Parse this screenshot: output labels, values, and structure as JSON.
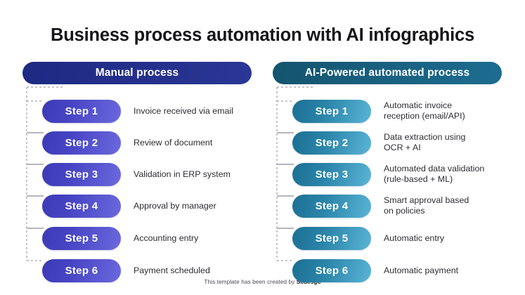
{
  "title": "Business process automation with AI infographics",
  "colors": {
    "manual_header_start": "#1d2a82",
    "manual_header_end": "#2b3796",
    "ai_header_start": "#14546e",
    "ai_header_end": "#1d6d90",
    "purple_pill_start": "#3b3bb5",
    "purple_pill_end": "#6b69dd",
    "teal_pill_start": "#1b6f93",
    "teal_pill_end": "#5ab4d6",
    "connector_line": "#8c8c94",
    "title_text": "#16161a",
    "body_text": "#2d2d32",
    "background": "#ffffff"
  },
  "columns": [
    {
      "id": "manual",
      "header": "Manual process",
      "steps": [
        {
          "label": "Step 1",
          "desc_lines": [
            "Invoice received via email"
          ]
        },
        {
          "label": "Step 2",
          "desc_lines": [
            "Review of document"
          ]
        },
        {
          "label": "Step 3",
          "desc_lines": [
            "Validation in ERP system"
          ]
        },
        {
          "label": "Step 4",
          "desc_lines": [
            "Approval by manager"
          ]
        },
        {
          "label": "Step 5",
          "desc_lines": [
            "Accounting entry"
          ]
        },
        {
          "label": "Step 6",
          "desc_lines": [
            "Payment scheduled"
          ]
        }
      ]
    },
    {
      "id": "ai",
      "header": "AI-Powered automated process",
      "steps": [
        {
          "label": "Step 1",
          "desc_lines": [
            "Automatic invoice",
            "reception (email/API)"
          ]
        },
        {
          "label": "Step 2",
          "desc_lines": [
            "Data extraction using",
            "OCR + AI"
          ]
        },
        {
          "label": "Step 3",
          "desc_lines": [
            "Automated data validation",
            "(rule-based + ML)"
          ]
        },
        {
          "label": "Step 4",
          "desc_lines": [
            "Smart approval based",
            "on policies"
          ]
        },
        {
          "label": "Step 5",
          "desc_lines": [
            "Automatic entry"
          ]
        },
        {
          "label": "Step 6",
          "desc_lines": [
            "Automatic payment"
          ]
        }
      ]
    }
  ],
  "footer": {
    "text": "This template has been created by ",
    "brand": "Slidesgo"
  }
}
